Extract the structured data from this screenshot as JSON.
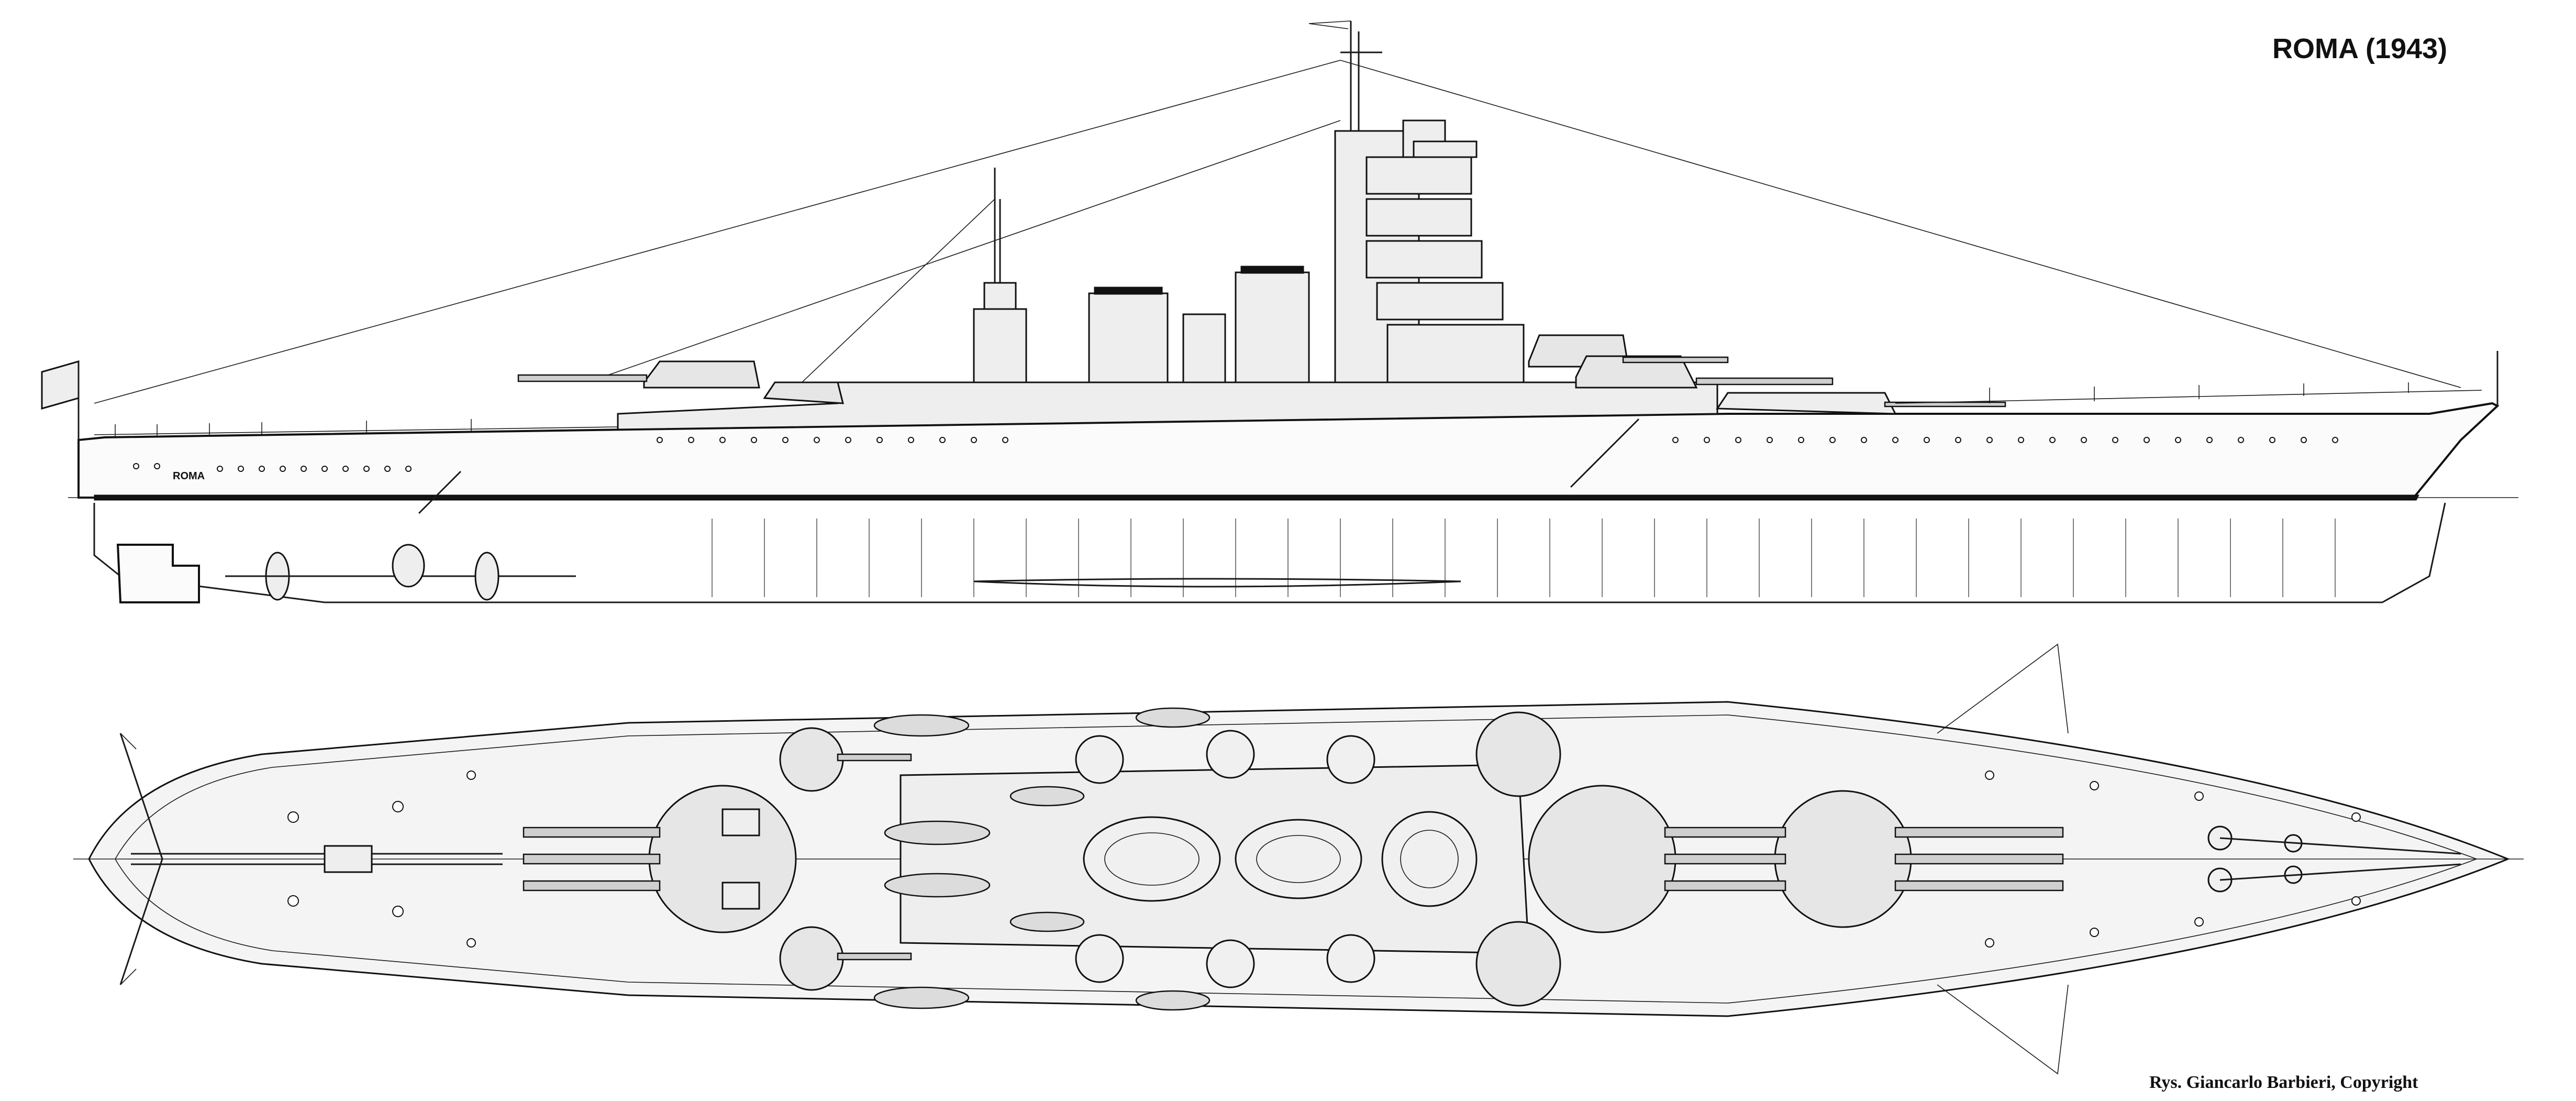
{
  "header": {
    "title": "ROMA (1943)"
  },
  "hull_marking": "ROMA",
  "footer": {
    "credit": "Rys. Giancarlo Barbieri, Copyright"
  },
  "views": [
    "side-elevation",
    "plan-view"
  ]
}
